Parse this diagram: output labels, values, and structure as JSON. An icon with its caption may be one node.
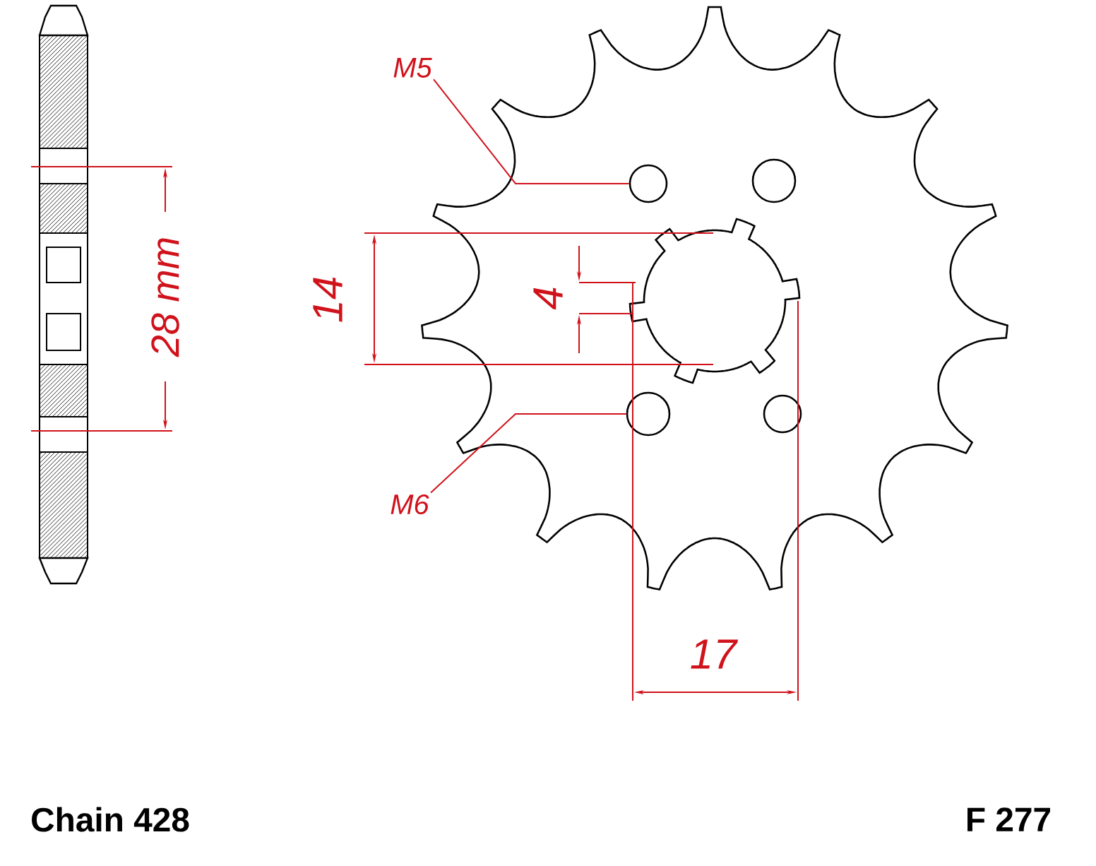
{
  "diagram": {
    "nodes": [
      {
        "text": [
          "M5"
        ]
      },
      {
        "text": [],
        "shape": "circle"
      },
      {
        "text": [
          "M6"
        ]
      },
      {
        "text": [],
        "shape": "circle"
      }
    ],
    "edges": [
      {
        "from": 0,
        "to": 1,
        "arrow": "none"
      },
      {
        "from": 2,
        "to": 3,
        "arrow": "none"
      }
    ],
    "labels": [
      "28 mm",
      "14",
      "4",
      "17",
      "Chain 428",
      "F 277"
    ]
  }
}
